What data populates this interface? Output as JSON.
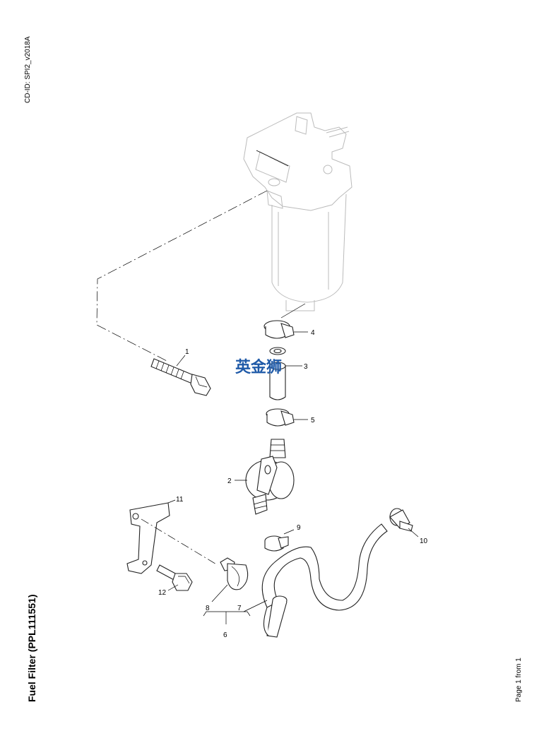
{
  "document": {
    "cd_id": "CD-ID: SPI2_v2018A",
    "title": "Fuel Filter (PPL111551)",
    "page": "Page 1 from 1",
    "watermark": "英金狮"
  },
  "callouts": {
    "c1": "1",
    "c2": "2",
    "c3": "3",
    "c4": "4",
    "c5": "5",
    "c6": "6",
    "c7": "7",
    "c8": "8",
    "c9": "9",
    "c10": "10",
    "c11": "11",
    "c12": "12"
  },
  "colors": {
    "ghost_outline": "#bbbbbb",
    "line": "#222222",
    "watermark": "#1f5aa8"
  }
}
